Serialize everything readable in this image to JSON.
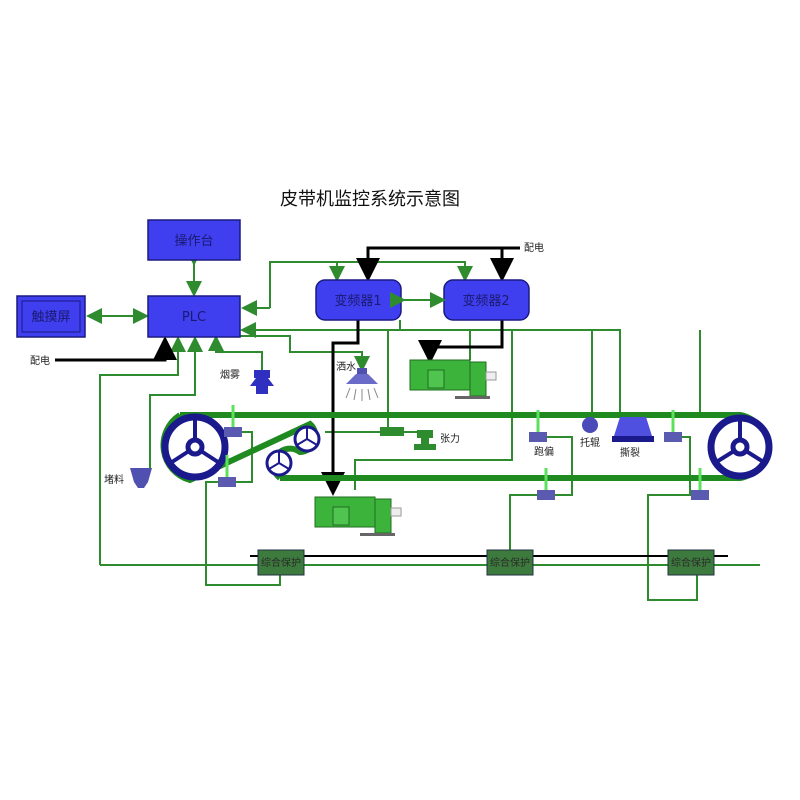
{
  "title": "皮带机监控系统示意图",
  "blocks": {
    "console": "操作台",
    "plc": "PLC",
    "touchscreen": "触摸屏",
    "vfd1": "变频器1",
    "vfd2": "变频器2"
  },
  "labels": {
    "power_left": "配电",
    "power_top": "配电",
    "smoke": "烟雾",
    "sprinkler": "洒水",
    "tension": "张力",
    "blockage": "堵料",
    "deviation": "跑偏",
    "idler": "托辊",
    "tear": "撕裂"
  },
  "protection_units": [
    "综合保护",
    "综合保护",
    "综合保护"
  ],
  "colors": {
    "block": "#3f3ff0",
    "line": "#2e8b2e",
    "belt": "#1f8a1f",
    "wheel": "#1a1a8c",
    "motor": "#3cb43c",
    "protection": "#3d7a3d"
  }
}
